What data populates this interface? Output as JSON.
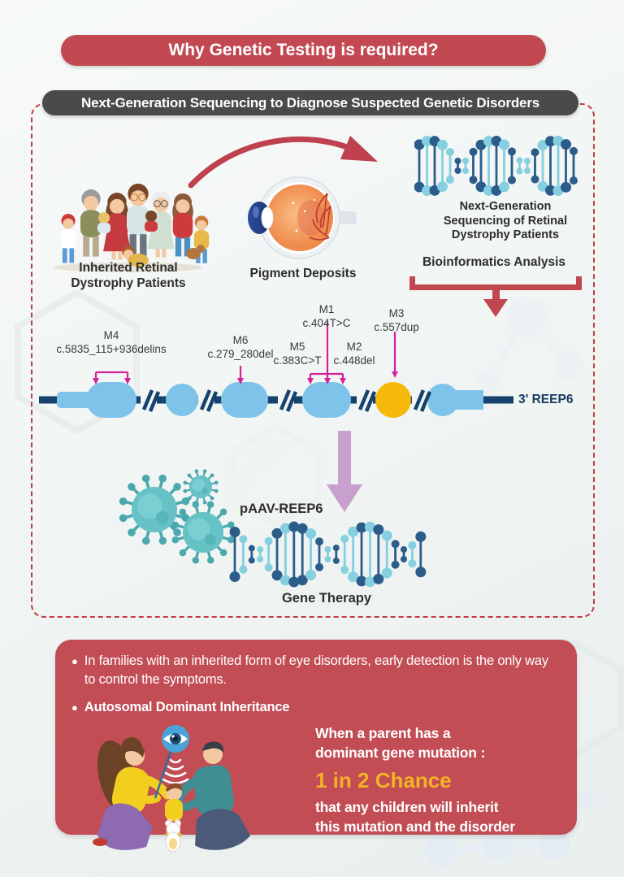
{
  "header": {
    "title": "Why Genetic Testing is required?",
    "subtitle": "Next-Generation Sequencing to Diagnose Suspected Genetic Disorders"
  },
  "pipeline": {
    "patients_label_line1": "Inherited Retinal",
    "patients_label_line2": "Dystrophy Patients",
    "eye_label": "Pigment Deposits",
    "ngs_label_line1": "Next-Generation",
    "ngs_label_line2": "Sequencing of Retinal",
    "ngs_label_line3": "Dystrophy Patients",
    "bioinformatics_label": "Bioinformatics Analysis"
  },
  "gene_map": {
    "gene_label": "3' REEP6",
    "mutations": [
      {
        "id": "M4",
        "change": "c.5835_115+936delins"
      },
      {
        "id": "M6",
        "change": "c.279_280del"
      },
      {
        "id": "M5",
        "change": "c.383C>T"
      },
      {
        "id": "M1",
        "change": "c.404T>C"
      },
      {
        "id": "M2",
        "change": "c.448del"
      },
      {
        "id": "M3",
        "change": "c.557dup"
      }
    ]
  },
  "therapy": {
    "vector_label": "pAAV-REEP6",
    "label": "Gene Therapy"
  },
  "footer": {
    "bullet_glyph": "●",
    "bullet1": "In families with an inherited form of eye disorders, early detection is the only way to control the symptoms.",
    "bullet2": "Autosomal Dominant Inheritance",
    "statement_line1": "When a parent has a",
    "statement_line2": "dominant gene mutation :",
    "highlight": "1 in 2 Chance",
    "statement_line3": "that any children will inherit",
    "statement_line4": "this mutation and the disorder"
  },
  "colors": {
    "banner_red": "#c24952",
    "banner_gray": "#4a4a4a",
    "dashed_border_red": "#c23b42",
    "accent_magenta": "#d6219c",
    "exon_blue": "#7ec4ea",
    "exon_yellow": "#f5b90a",
    "gene_line_navy": "#15436e",
    "bracket_red": "#c0464f",
    "arrow_purple": "#c8a0ce",
    "footer_red": "#c24d55",
    "highlight_yellow": "#f2b226",
    "dna_dark": "#2b5c8a",
    "dna_light": "#85cfe0",
    "virus_teal": "#66c2c5",
    "virus_dark_teal": "#4ba8ae"
  }
}
